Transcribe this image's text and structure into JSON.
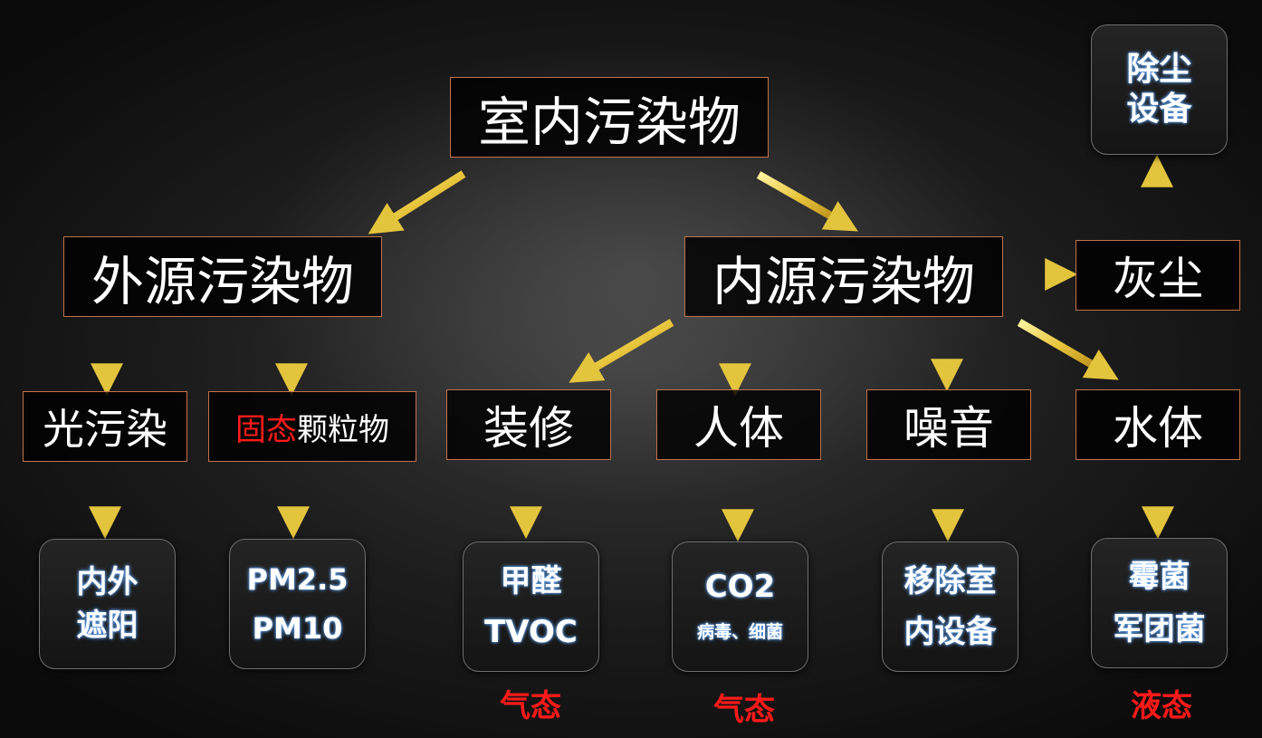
{
  "root": "室内污染物",
  "external": "外源污染物",
  "internal": "内源污染物",
  "dust": "灰尘",
  "dust_device": [
    "除尘",
    "设备"
  ],
  "external_children": {
    "light": "光污染",
    "particles_prefix": "固态",
    "particles_suffix": "颗粒物"
  },
  "internal_children": {
    "decoration": "装修",
    "human": "人体",
    "noise": "噪音",
    "water": "水体"
  },
  "leaves": {
    "shading": [
      "内外",
      "遮阳"
    ],
    "pm": [
      "PM2.5",
      "PM10"
    ],
    "formaldehyde": [
      "甲醛",
      "TVOC"
    ],
    "co2": [
      "CO2",
      "病毒、细菌"
    ],
    "remove": [
      "移除室",
      "内设备"
    ],
    "mold": [
      "霉菌",
      "军团菌"
    ]
  },
  "states": {
    "decoration": "气态",
    "human": "气态",
    "water": "液态"
  },
  "colors": {
    "box_border": "#c0734a",
    "arrow": "#e3c43d",
    "state_text": "#ff1a1a",
    "glow": "#6fb1ff"
  }
}
